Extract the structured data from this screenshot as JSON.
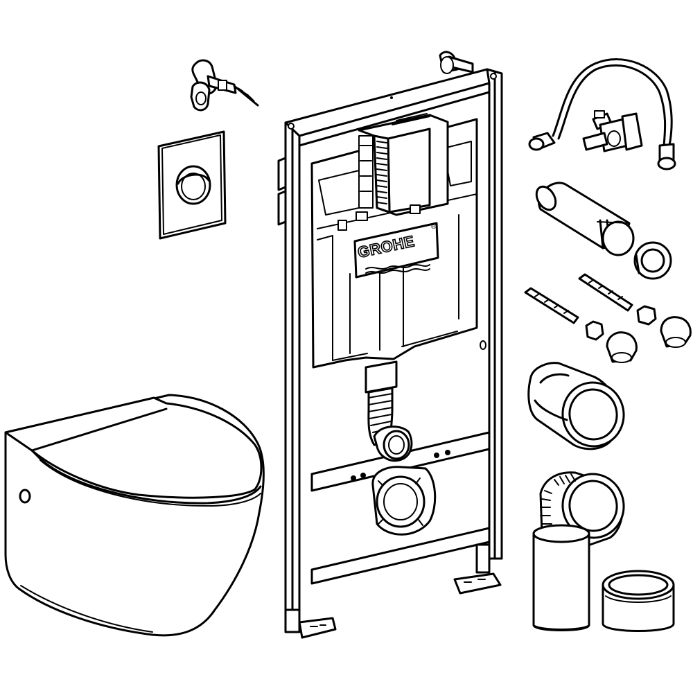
{
  "figure": {
    "brand_label": "GROHE",
    "registered_mark": "®"
  },
  "colors": {
    "line": "#000000",
    "background": "#ffffff"
  },
  "parts": [
    {
      "name": "wall-bracket"
    },
    {
      "name": "flush-plate"
    },
    {
      "name": "installation-frame"
    },
    {
      "name": "cistern"
    },
    {
      "name": "wall-hung-toilet-bowl"
    },
    {
      "name": "toilet-seat"
    },
    {
      "name": "water-supply-hose"
    },
    {
      "name": "angle-valve"
    },
    {
      "name": "flush-pipe"
    },
    {
      "name": "flush-pipe-seal"
    },
    {
      "name": "mounting-bolt"
    },
    {
      "name": "hex-nut"
    },
    {
      "name": "cap-nut"
    },
    {
      "name": "connector-sleeve"
    },
    {
      "name": "drain-elbow"
    },
    {
      "name": "drain-pipe"
    },
    {
      "name": "end-cap"
    }
  ]
}
